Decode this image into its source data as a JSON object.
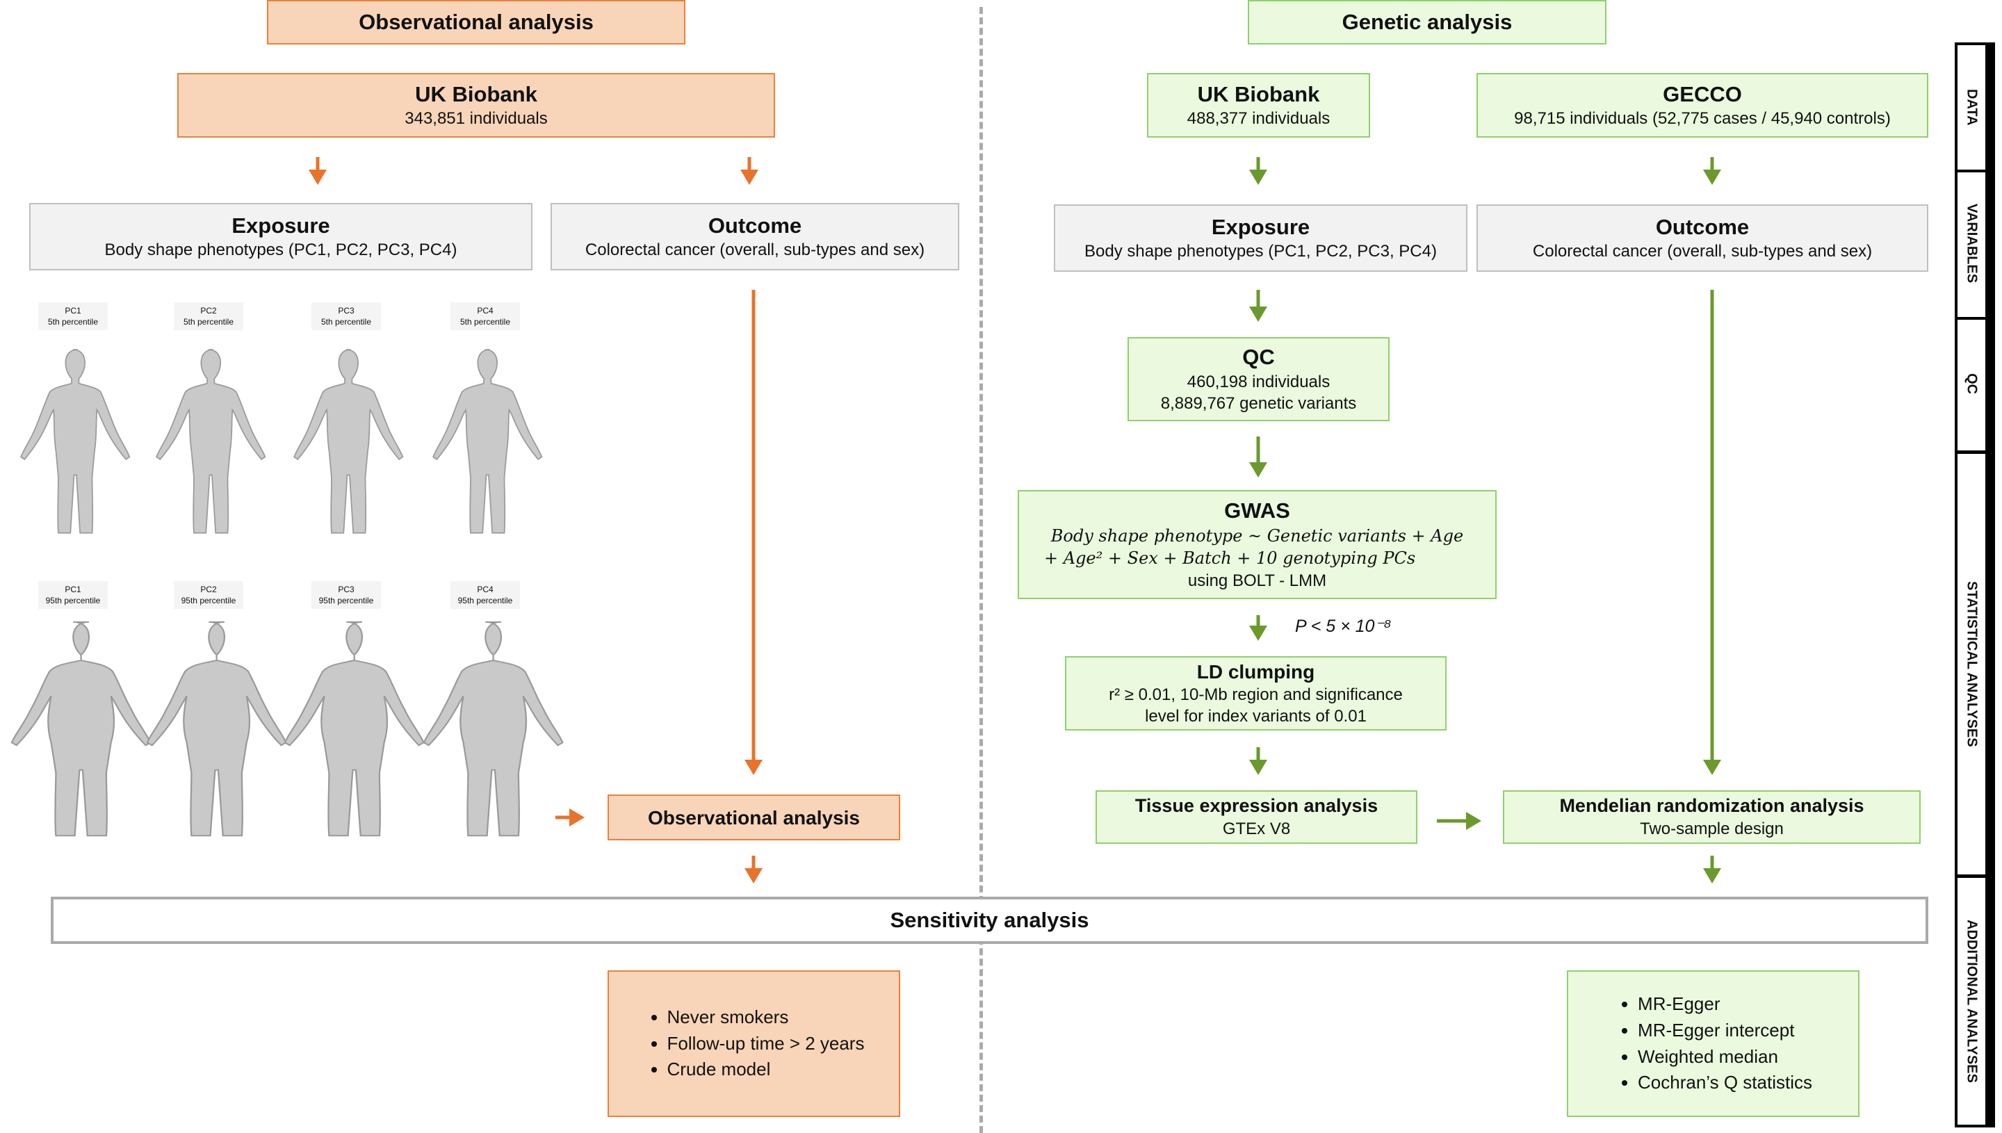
{
  "colors": {
    "orange_fill": "#f8d5b8",
    "orange_border": "#e8823e",
    "orange_arrow": "#e8732a",
    "green_fill": "#ebfadf",
    "green_border": "#8fd16a",
    "green_arrow": "#6a9a2c",
    "grey_fill": "#f2f2f2"
  },
  "observational": {
    "header": "Observational analysis",
    "data": {
      "title": "UK Biobank",
      "subtitle": "343,851 individuals"
    },
    "exposure": {
      "title": "Exposure",
      "subtitle": "Body shape phenotypes (PC1, PC2, PC3, PC4)"
    },
    "outcome": {
      "title": "Outcome",
      "subtitle": "Colorectal cancer (overall, sub-types and sex)"
    },
    "body_shapes": [
      {
        "pc": "PC1",
        "pct": "5th percentile"
      },
      {
        "pc": "PC2",
        "pct": "5th percentile"
      },
      {
        "pc": "PC3",
        "pct": "5th percentile"
      },
      {
        "pc": "PC4",
        "pct": "5th percentile"
      },
      {
        "pc": "PC1",
        "pct": "95th percentile"
      },
      {
        "pc": "PC2",
        "pct": "95th percentile"
      },
      {
        "pc": "PC3",
        "pct": "95th percentile"
      },
      {
        "pc": "PC4",
        "pct": "95th percentile"
      }
    ],
    "analysis": "Observational analysis",
    "sensitivity": [
      "Never smokers",
      "Follow-up time > 2 years",
      "Crude model"
    ]
  },
  "genetic": {
    "header": "Genetic analysis",
    "data_ukb": {
      "title": "UK Biobank",
      "subtitle": "488,377 individuals"
    },
    "data_gecco": {
      "title": "GECCO",
      "subtitle": "98,715 individuals (52,775 cases / 45,940 controls)"
    },
    "exposure": {
      "title": "Exposure",
      "subtitle": "Body shape phenotypes (PC1, PC2, PC3, PC4)"
    },
    "outcome": {
      "title": "Outcome",
      "subtitle": "Colorectal cancer (overall, sub-types and sex)"
    },
    "qc": {
      "title": "QC",
      "line1": "460,198 individuals",
      "line2": "8,889,767 genetic variants"
    },
    "gwas": {
      "title": "GWAS",
      "formula1": "Body shape phenotype ~ Genetic variants + Age",
      "formula2": "+ Age² + Sex + Batch + 10 genotyping PCs",
      "method": "using BOLT - LMM"
    },
    "threshold": "P < 5 × 10⁻⁸",
    "ld": {
      "title": "LD clumping",
      "line1": "r² ≥ 0.01, 10-Mb region and significance",
      "line2": "level for index variants of 0.01"
    },
    "tissue": {
      "title": "Tissue expression analysis",
      "subtitle": "GTEx V8"
    },
    "mr": {
      "title": "Mendelian randomization analysis",
      "subtitle": "Two-sample design"
    },
    "sensitivity": [
      "MR-Egger",
      "MR-Egger intercept",
      "Weighted median",
      "Cochran’s Q statistics"
    ]
  },
  "sensitivity_title": "Sensitivity analysis",
  "stages": [
    "DATA",
    "VARIABLES",
    "QC",
    "STATISTICAL ANALYSES",
    "ADDITIONAL ANALYSES"
  ]
}
